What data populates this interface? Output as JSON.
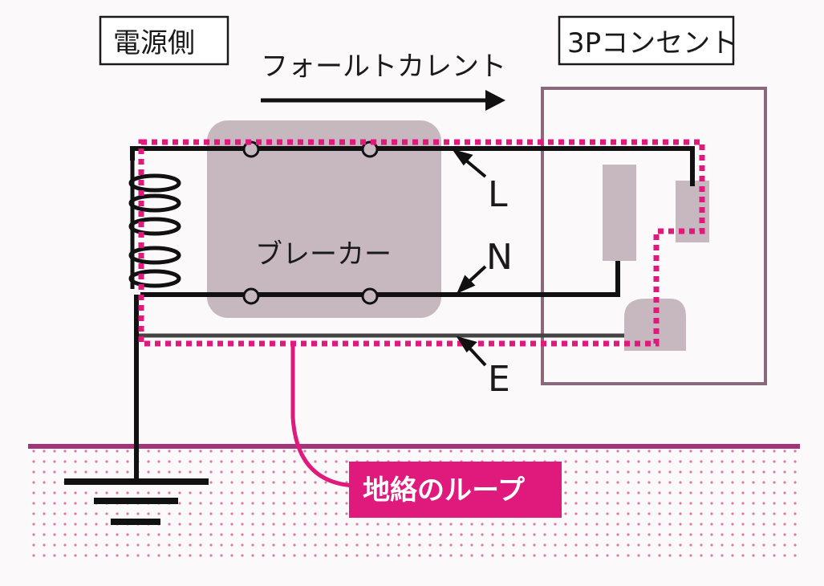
{
  "labels": {
    "source_side": "電源側",
    "outlet": "3Pコンセント",
    "fault_current": "フォールトカレント",
    "breaker": "ブレーカー",
    "line_l": "L",
    "line_n": "N",
    "line_e": "E",
    "ground_loop": "地絡のループ"
  },
  "icons": {
    "fault_arrow": "arrow-right-icon",
    "coil": "transformer-coil-icon",
    "ground": "ground-symbol-icon"
  },
  "colors": {
    "wire": "#111111",
    "loop": "#e0197d",
    "breaker": "#c7b8bf",
    "outlet_frame": "#8a6a7a",
    "earth_line": "#a0357a",
    "earth_dots": "#e07aa6"
  }
}
